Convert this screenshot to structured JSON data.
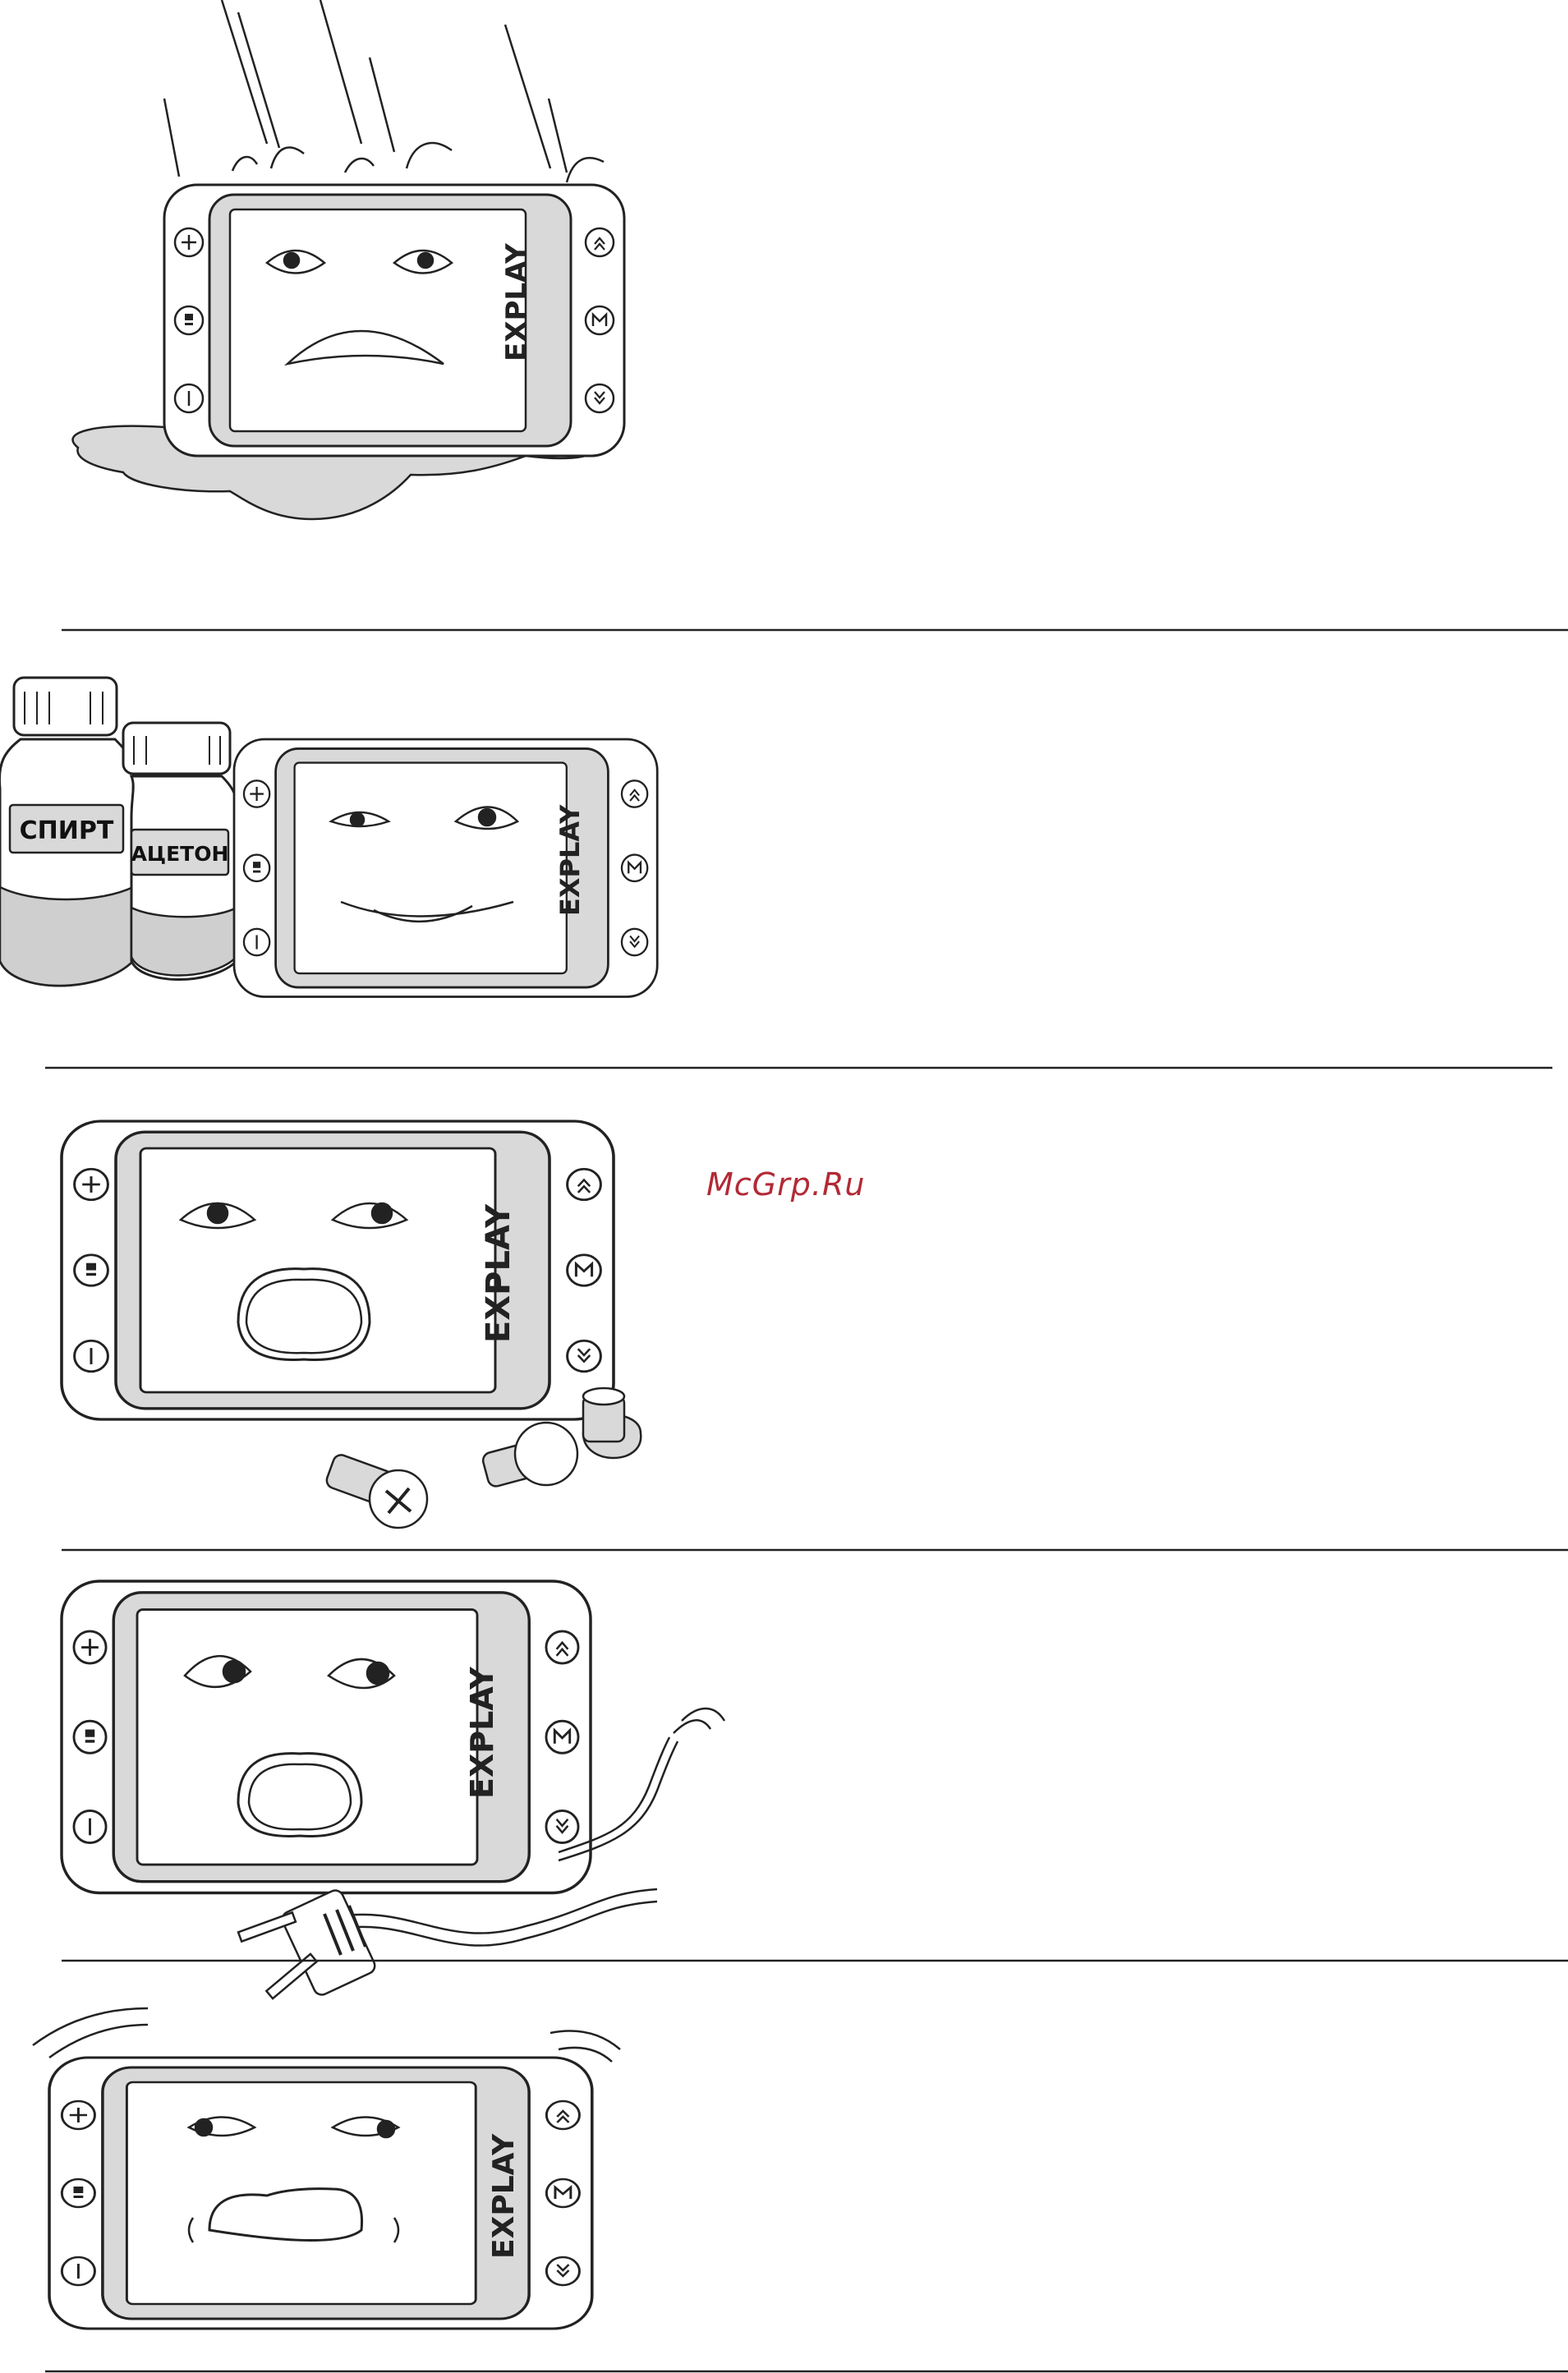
{
  "watermark": "McGrp.Ru",
  "brand": "EXPLAY",
  "bottle_labels": {
    "spirit": "СПИРТ",
    "acetone": "АЦЕТОН"
  },
  "colors": {
    "watermark": "#b22a35",
    "outline": "#222222",
    "fill_gray": "#d9d9d9",
    "liquid_gray": "#cfcfcf"
  },
  "panels": [
    {
      "scene": "rain falling on device standing in a puddle",
      "expression": "worried"
    },
    {
      "scene": "device next to bottles of spirit and acetone",
      "expression": "sly smile"
    },
    {
      "scene": "device with loose screws",
      "expression": "shocked"
    },
    {
      "scene": "device with frayed power cord and plug",
      "expression": "scared"
    },
    {
      "scene": "device shaking / vibrating",
      "expression": "distressed"
    }
  ]
}
